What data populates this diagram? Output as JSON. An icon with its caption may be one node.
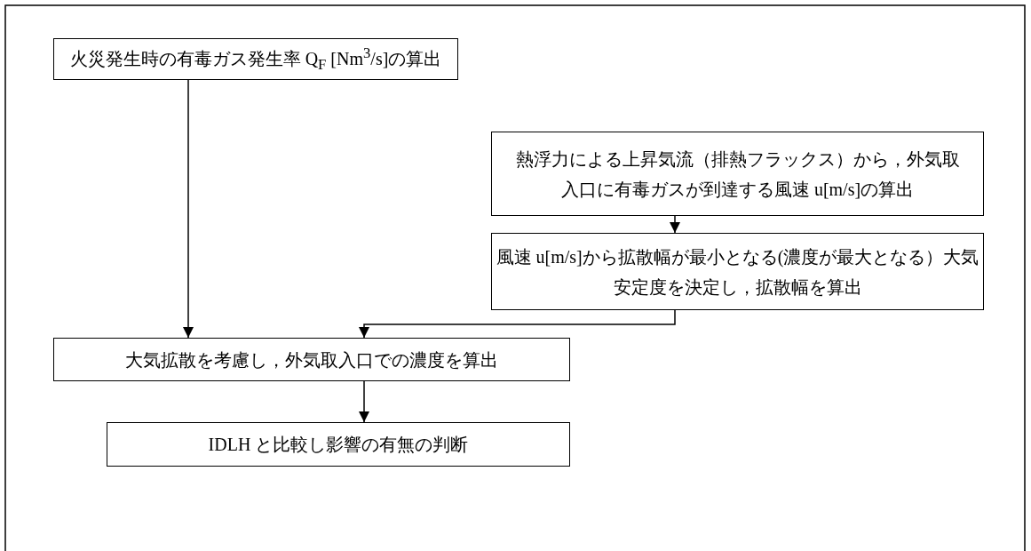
{
  "diagram": {
    "nodes": [
      {
        "text": [
          "火災発生時の有毒ガス発生率 Q$_{F}$ [Nm$^{3}$/s]の算出"
        ]
      },
      {
        "text": [
          "熱浮力による上昇気流（排熱フラックス）から，外気取入口に有毒ガスが到達する風速 u[m/s]の算出"
        ]
      },
      {
        "text": [
          "風速 u[m/s]から拡散幅が最小となる(濃度が最大となる）大気安定度を決定し，拡散幅を算出"
        ]
      },
      {
        "text": [
          "大気拡散を考慮し，外気取入口での濃度を算出"
        ]
      },
      {
        "text": [
          "IDLH と比較し影響の有無の判断"
        ]
      }
    ],
    "edges": [
      {
        "from": 0,
        "to": 3,
        "arrow": "to"
      },
      {
        "from": 1,
        "to": 2,
        "arrow": "to"
      },
      {
        "from": 2,
        "to": 3,
        "arrow": "to"
      },
      {
        "from": 3,
        "to": 4,
        "arrow": "to"
      }
    ]
  }
}
